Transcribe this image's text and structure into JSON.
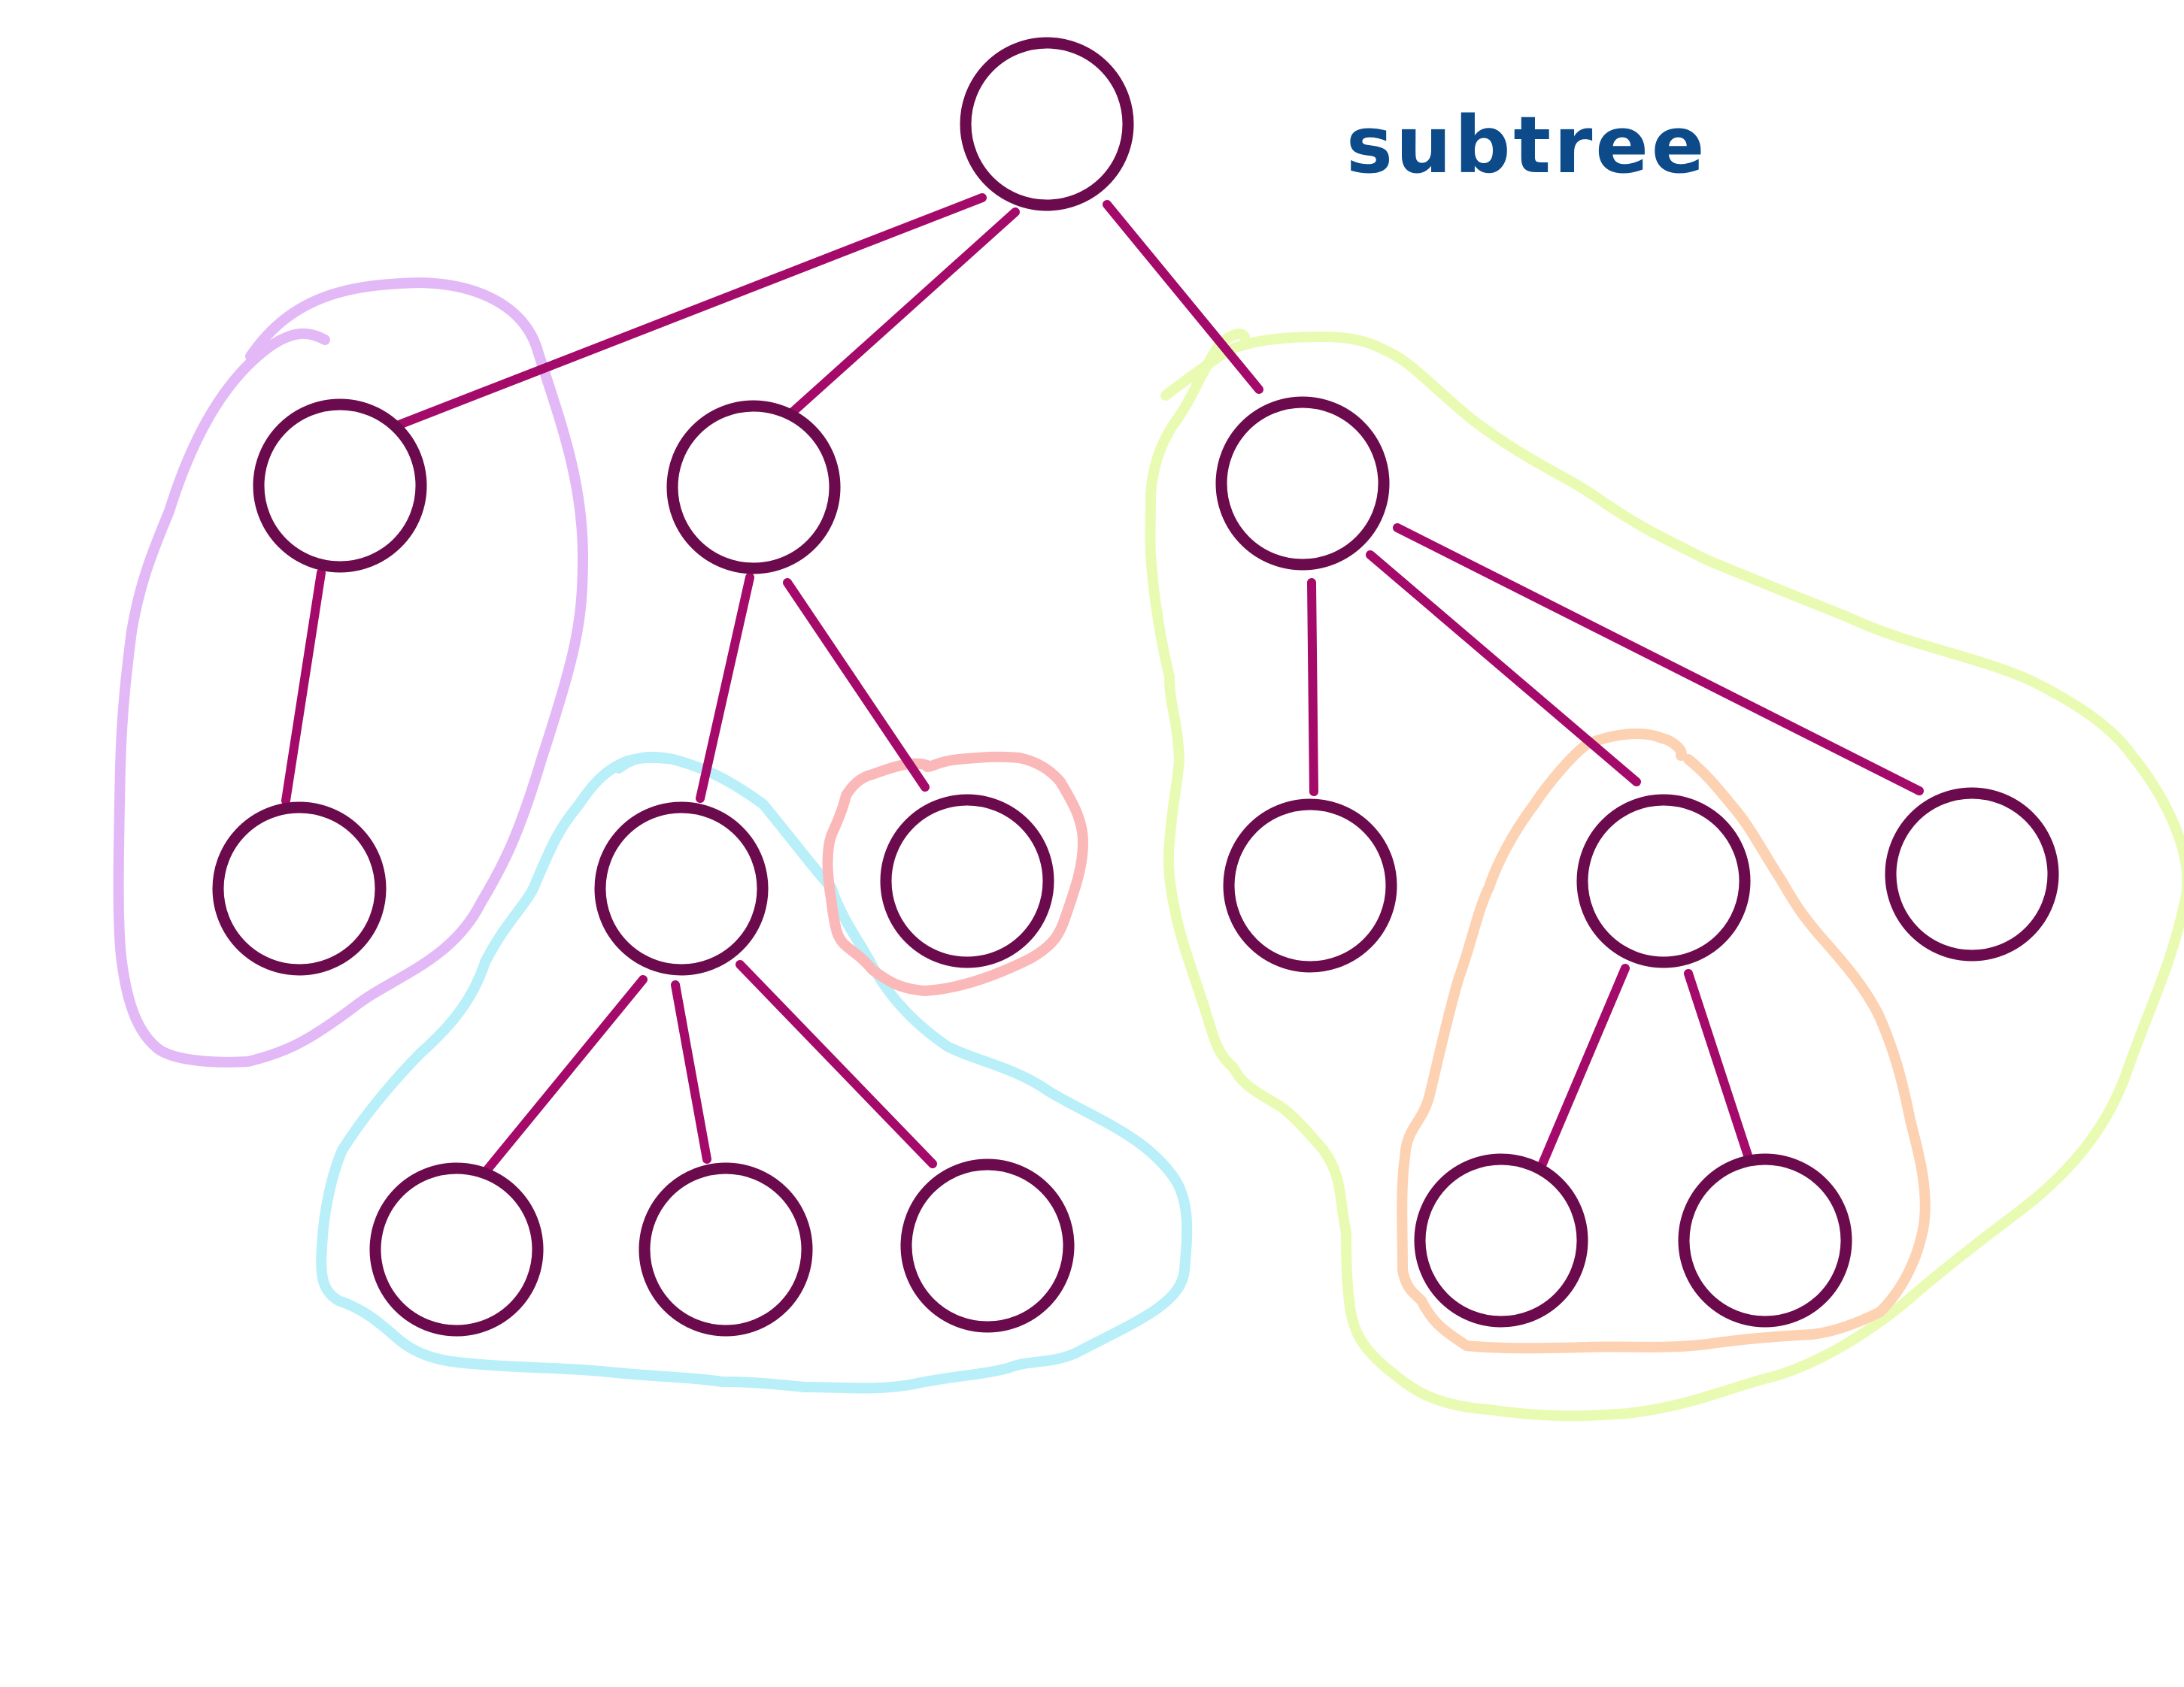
{
  "diagram": {
    "title": "subtree",
    "colors": {
      "title": "#0c4a8a",
      "node_stroke": "#6b0a4c",
      "edge": "#a30a6a",
      "background": "#ffffff"
    },
    "nodes": [
      {
        "id": "root"
      },
      {
        "id": "a"
      },
      {
        "id": "b"
      },
      {
        "id": "c"
      },
      {
        "id": "a1"
      },
      {
        "id": "b1"
      },
      {
        "id": "b2"
      },
      {
        "id": "c1"
      },
      {
        "id": "c2"
      },
      {
        "id": "c3"
      },
      {
        "id": "b1a"
      },
      {
        "id": "b1b"
      },
      {
        "id": "b1c"
      },
      {
        "id": "c2a"
      },
      {
        "id": "c2b"
      }
    ],
    "edges": [
      {
        "from": "root",
        "to": "a"
      },
      {
        "from": "root",
        "to": "b"
      },
      {
        "from": "root",
        "to": "c"
      },
      {
        "from": "a",
        "to": "a1"
      },
      {
        "from": "b",
        "to": "b1"
      },
      {
        "from": "b",
        "to": "b2"
      },
      {
        "from": "c",
        "to": "c1"
      },
      {
        "from": "c",
        "to": "c2"
      },
      {
        "from": "c",
        "to": "c3"
      },
      {
        "from": "b1",
        "to": "b1a"
      },
      {
        "from": "b1",
        "to": "b1b"
      },
      {
        "from": "b1",
        "to": "b1c"
      },
      {
        "from": "c2",
        "to": "c2a"
      },
      {
        "from": "c2",
        "to": "c2b"
      }
    ],
    "subtree_outlines": [
      {
        "root": "a",
        "color": "#e3b8f7"
      },
      {
        "root": "b1",
        "color": "#b8eff9"
      },
      {
        "root": "b2",
        "color": "#fbb8b8"
      },
      {
        "root": "c",
        "color": "#e9fbb3"
      },
      {
        "root": "c2",
        "color": "#fdd2b3"
      }
    ]
  }
}
